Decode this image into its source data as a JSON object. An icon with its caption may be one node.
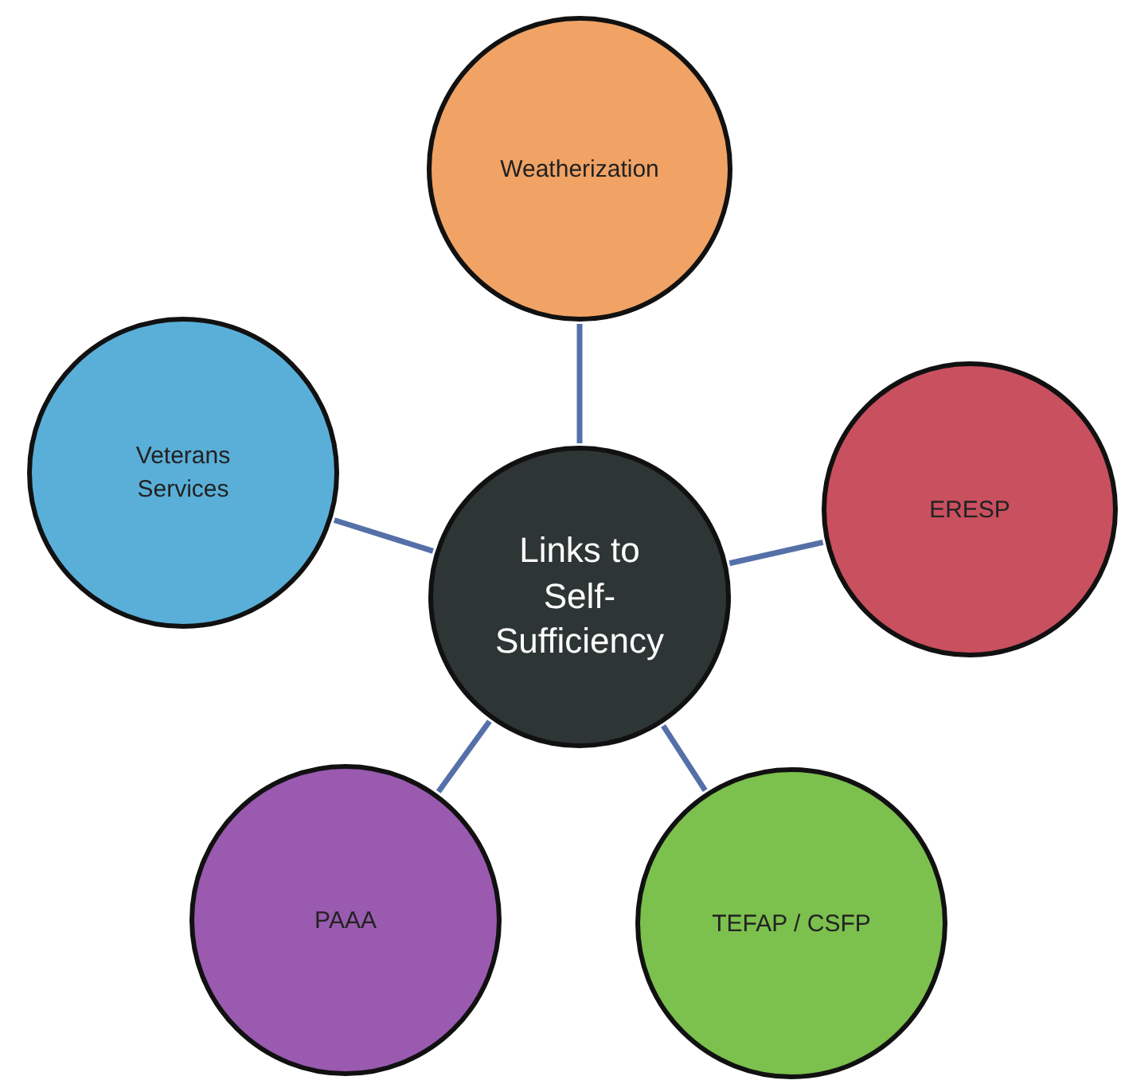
{
  "diagram": {
    "nodes": [
      {
        "text": [
          "Weatherization"
        ]
      },
      {
        "text": [
          "Veterans Services"
        ]
      },
      {
        "text": [
          "ERESP"
        ]
      },
      {
        "text": [
          "Links to Self-Sufficiency"
        ]
      },
      {
        "text": [
          "PAAA"
        ]
      },
      {
        "text": [
          "TEFAP / CSFP"
        ]
      }
    ],
    "edges": [
      {
        "from": 3,
        "to": 0,
        "arrow": "none"
      },
      {
        "from": 3,
        "to": 1,
        "arrow": "none"
      },
      {
        "from": 3,
        "to": 2,
        "arrow": "none"
      },
      {
        "from": 3,
        "to": 4,
        "arrow": "none"
      },
      {
        "from": 3,
        "to": 5,
        "arrow": "none"
      }
    ]
  }
}
